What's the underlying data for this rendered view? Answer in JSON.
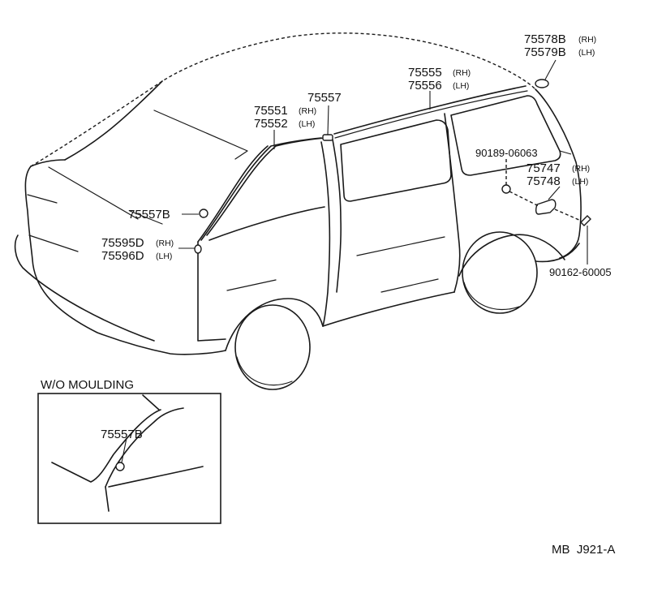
{
  "callouts": {
    "roof_rh": "75578B",
    "roof_lh": "75579B",
    "roof_rh_tag": "(RH)",
    "roof_lh_tag": "(LH)",
    "drip_rh": "75555",
    "drip_lh": "75556",
    "drip_rh_tag": "(RH)",
    "drip_lh_tag": "(LH)",
    "joint": "75557",
    "pillar_rh": "75551",
    "pillar_lh": "75552",
    "pillar_rh_tag": "(RH)",
    "pillar_lh_tag": "(LH)",
    "clip_rear": "75557B",
    "end_rh": "75595D",
    "end_lh": "75596D",
    "end_rh_tag": "(RH)",
    "end_lh_tag": "(LH)",
    "clip_part": "90189-06063",
    "emblem_rh": "75747",
    "emblem_lh": "75748",
    "emblem_rh_tag": "(RH)",
    "emblem_lh_tag": "(LH)",
    "screw": "90162-60005"
  },
  "inset": {
    "title": "W/O MOULDING",
    "callout": "75557B"
  },
  "footer": {
    "code": "MB  J921-A"
  }
}
